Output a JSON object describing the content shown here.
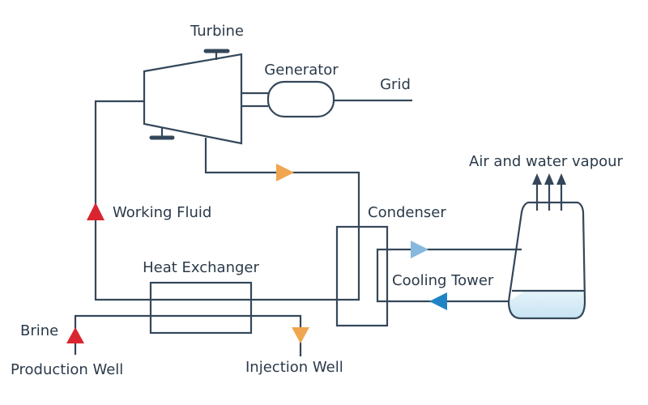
{
  "labels": {
    "turbine": "Turbine",
    "generator": "Generator",
    "grid": "Grid",
    "working_fluid": "Working Fluid",
    "condenser": "Condenser",
    "air_vapour": "Air and water vapour",
    "cooling_tower": "Cooling Tower",
    "heat_exchanger": "Heat Exchanger",
    "brine": "Brine",
    "production_well": "Production Well",
    "injection_well": "Injection Well"
  },
  "colors": {
    "line": "#34475a",
    "text": "#2b3a4a",
    "hot_arrow": "#d9252f",
    "warm_arrow": "#f0a550",
    "cool_arrow_light": "#86b9de",
    "cool_arrow_dark": "#1f84c6",
    "water_fill": "#d3eaf5",
    "vapour_arrow": "#34475a"
  }
}
